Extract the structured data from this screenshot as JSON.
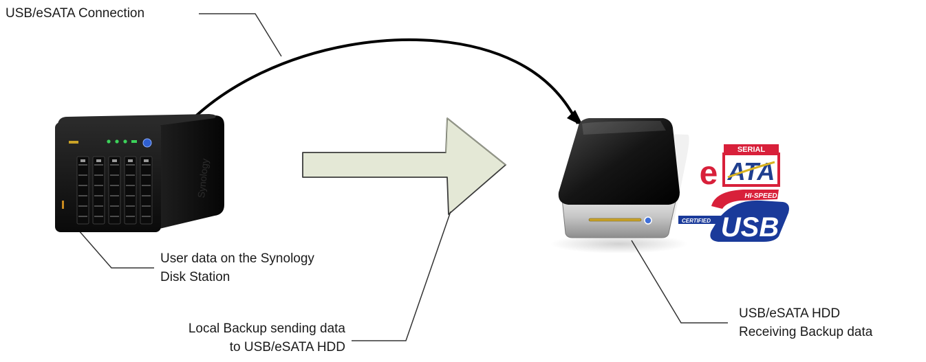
{
  "labels": {
    "connection": "USB/eSATA Connection",
    "user_data": [
      "User data on the Synology",
      "Disk Station"
    ],
    "local_backup": [
      "Local Backup sending data",
      "to USB/eSATA HDD"
    ],
    "hdd": [
      "USB/eSATA HDD",
      "Receiving Backup data"
    ]
  },
  "nas": {
    "brand": "Synology",
    "bays": 5
  },
  "logos": {
    "esata_top": "SERIAL",
    "esata_e": "e",
    "esata_main": "ATA",
    "usb_top": "HI-SPEED",
    "usb_side": "CERTIFIED",
    "usb_main": "USB"
  },
  "colors": {
    "arrow_fill": "#e4e8d6",
    "arrow_stroke": "#3a3a3a",
    "esata_red": "#d8203a",
    "esata_blue": "#1f3f8f",
    "usb_blue": "#1a3a9a",
    "usb_red": "#d8203a",
    "nas_body": "#161616",
    "leds": "#3cd25a",
    "power_btn": "#2f5fd0"
  },
  "icons": {
    "nas": "synology-nas-icon",
    "hdd": "external-hdd-icon",
    "esata": "esata-logo",
    "usb": "usb-logo",
    "arrow": "big-right-arrow",
    "connection": "curved-connector-arrow"
  }
}
